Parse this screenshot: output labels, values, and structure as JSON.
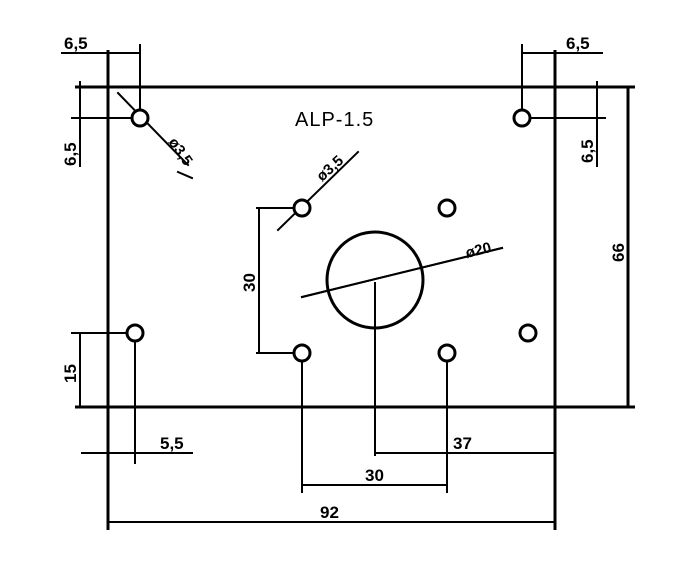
{
  "title": "ALP-1.5",
  "dimensions": {
    "top_left_offset": "6,5",
    "top_right_offset": "6,5",
    "left_vertical_offset": "6,5",
    "right_vertical_offset": "6,5",
    "hole_diameter_corner": "ø3,5",
    "hole_diameter_center": "ø3,5",
    "center_hole_diameter": "ø20",
    "overall_height": "66",
    "hole_spacing_vertical": "30",
    "bottom_left_vertical": "15",
    "bottom_left_horizontal": "5,5",
    "center_to_right_hole": "37",
    "hole_spacing_horizontal": "30",
    "overall_width": "92"
  }
}
